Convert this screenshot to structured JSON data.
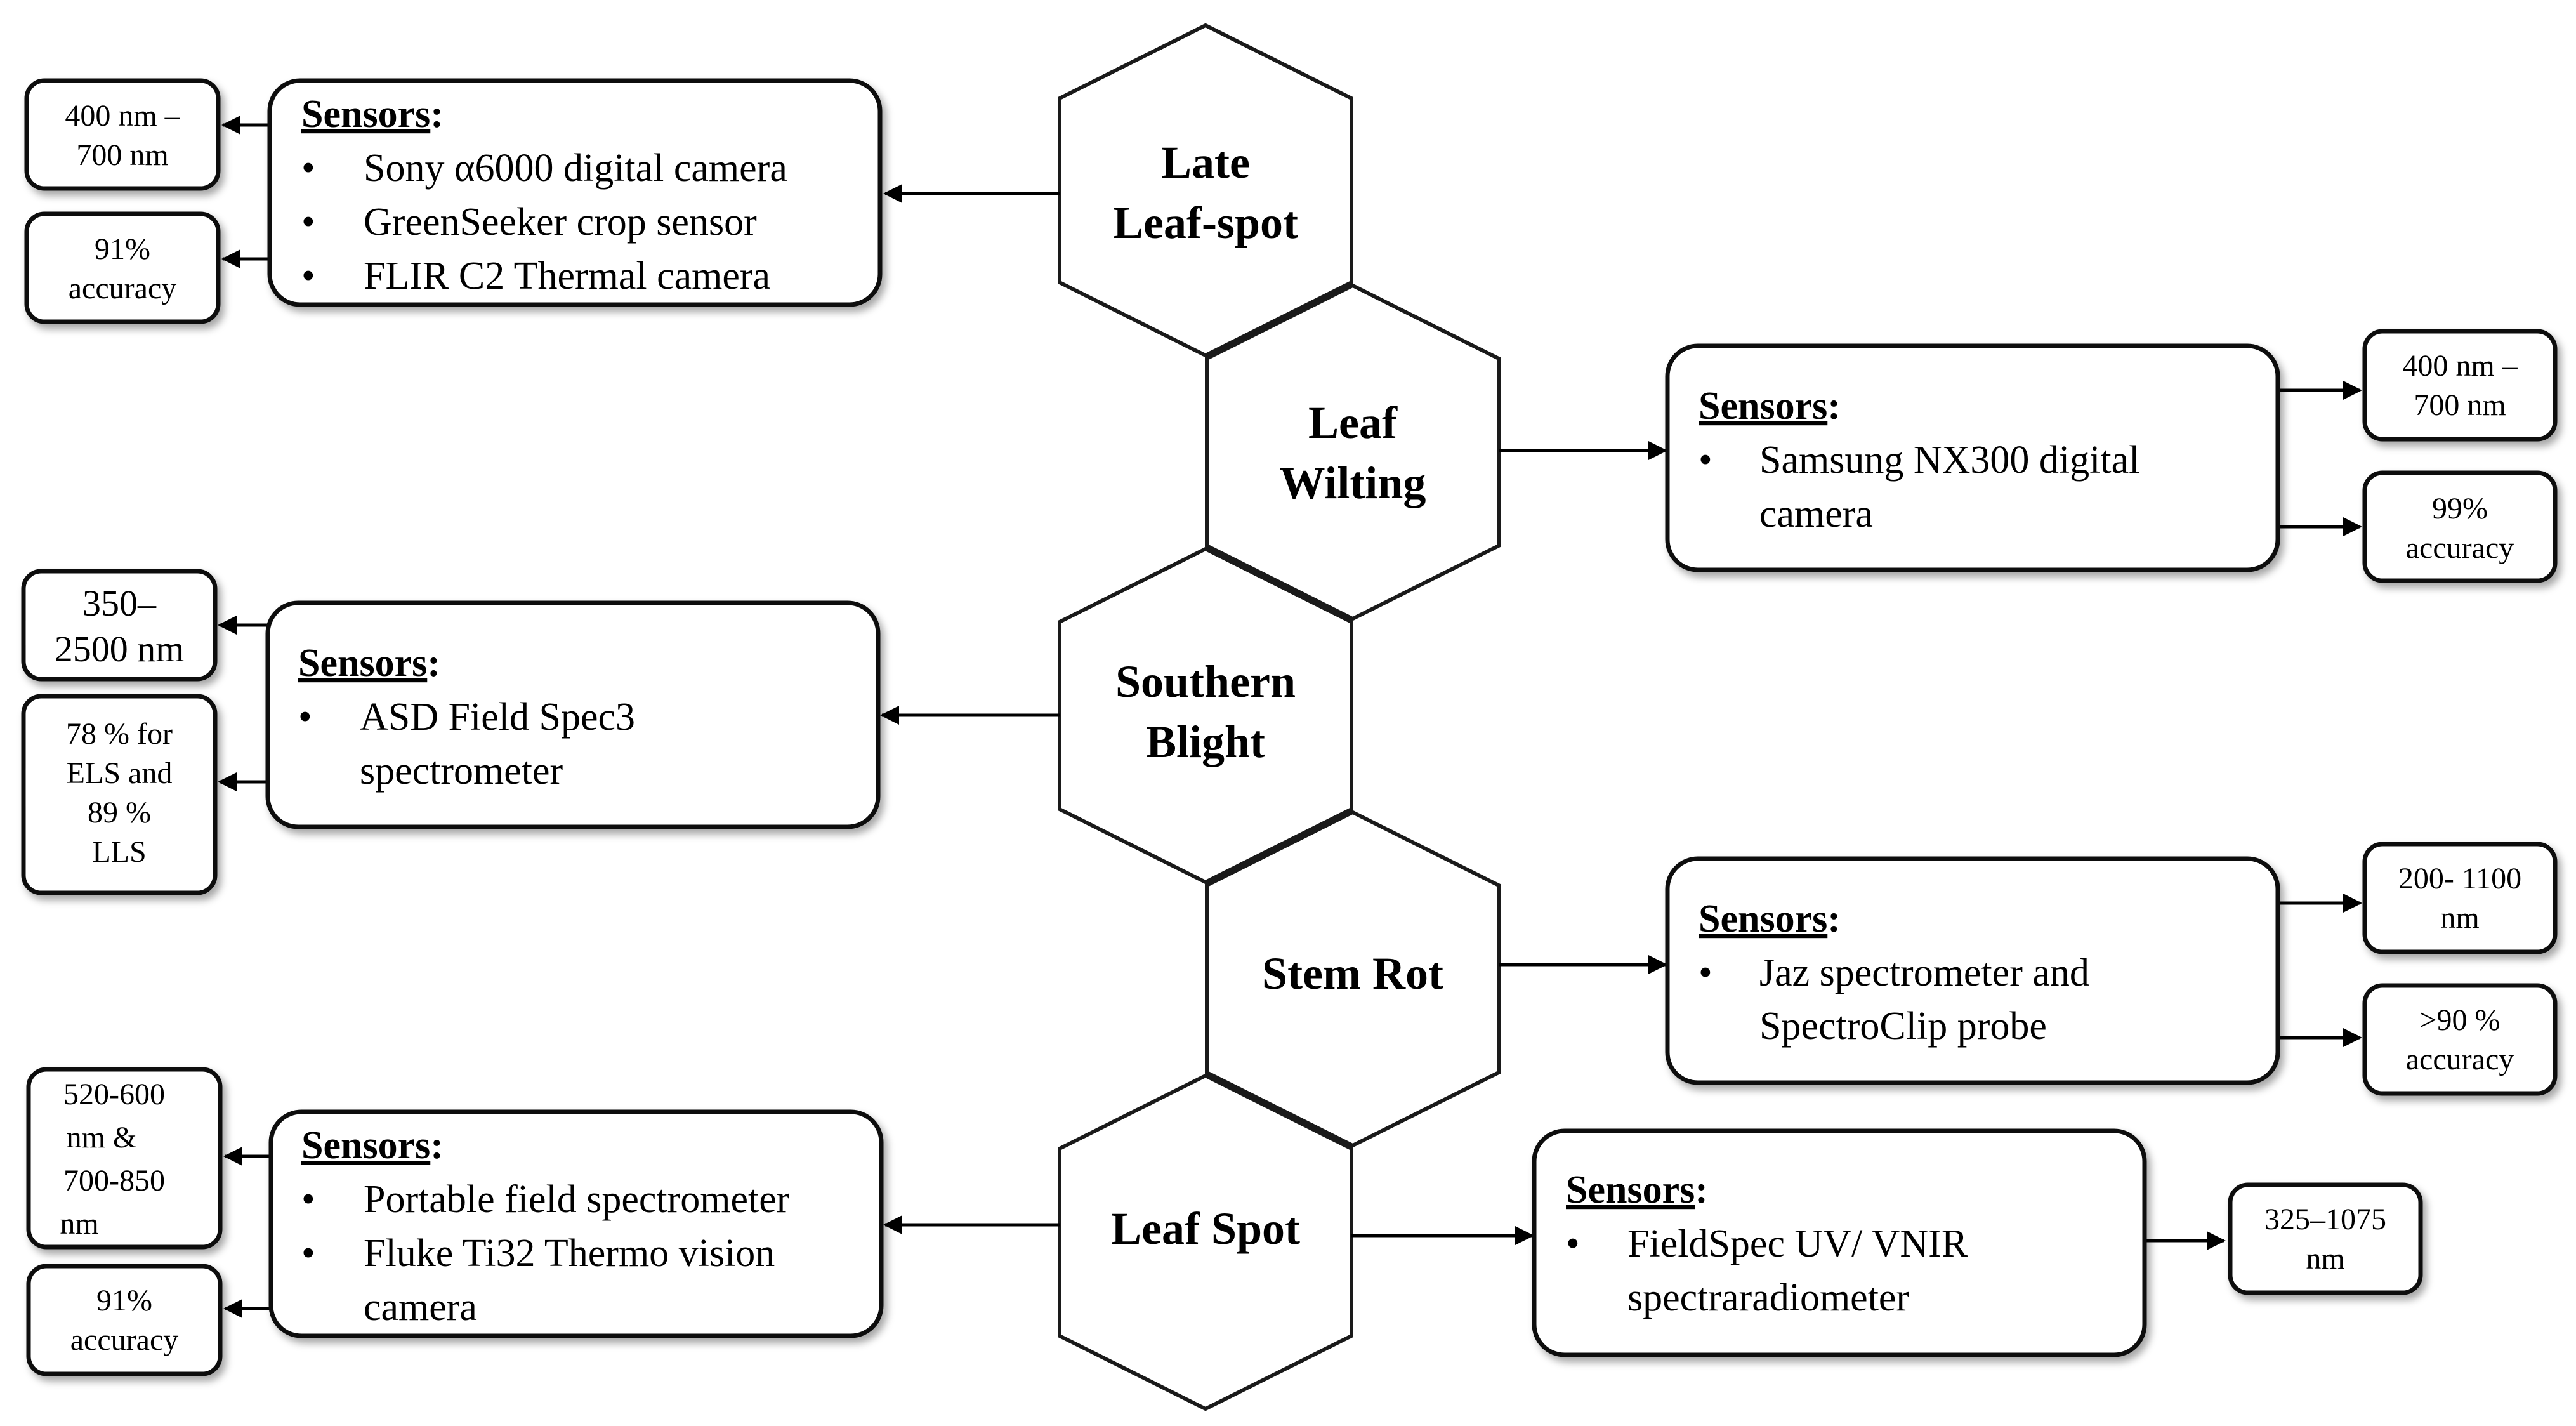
{
  "sensors_header": "Sensors",
  "hexagons": {
    "late_leaf_spot": [
      "Late",
      "Leaf-spot"
    ],
    "leaf_wilting": [
      "Leaf",
      "Wilting"
    ],
    "southern_blight": [
      "Southern",
      "Blight"
    ],
    "stem_rot": [
      "Stem Rot"
    ],
    "leaf_spot": [
      "Leaf Spot"
    ]
  },
  "late_leaf_spot_sensors": [
    "Sony α6000 digital camera",
    "GreenSeeker crop sensor",
    "FLIR C2 Thermal camera"
  ],
  "late_leaf_spot_range": [
    "400 nm –",
    "700 nm"
  ],
  "late_leaf_spot_accuracy": [
    "91%",
    "accuracy"
  ],
  "leaf_wilting_sensors": [
    [
      "Samsung NX300 digital",
      "camera"
    ]
  ],
  "leaf_wilting_range": [
    "400 nm –",
    "700 nm"
  ],
  "leaf_wilting_accuracy": [
    "99%",
    "accuracy"
  ],
  "southern_blight_sensors": [
    [
      "ASD Field Spec3",
      "spectrometer"
    ]
  ],
  "southern_blight_range": [
    "350–",
    "2500 nm"
  ],
  "southern_blight_accuracy": [
    "78 % for",
    "ELS and",
    "89 %",
    "LLS"
  ],
  "stem_rot_sensors": [
    [
      "Jaz spectrometer and",
      "SpectroClip probe"
    ]
  ],
  "stem_rot_range": [
    "200- 1100",
    "nm"
  ],
  "stem_rot_accuracy": [
    ">90 %",
    "accuracy"
  ],
  "leaf_spot_left_sensors": [
    [
      "Portable field spectrometer"
    ],
    [
      "Fluke Ti32 Thermo vision",
      "camera"
    ]
  ],
  "leaf_spot_left_range": [
    "520-600",
    "nm &",
    "700-850",
    "nm"
  ],
  "leaf_spot_left_accuracy": [
    "91%",
    "accuracy"
  ],
  "leaf_spot_right_sensors": [
    [
      "FieldSpec UV/ VNIR",
      "spectraradiometer"
    ]
  ],
  "leaf_spot_right_range": [
    "325–1075",
    "nm"
  ]
}
